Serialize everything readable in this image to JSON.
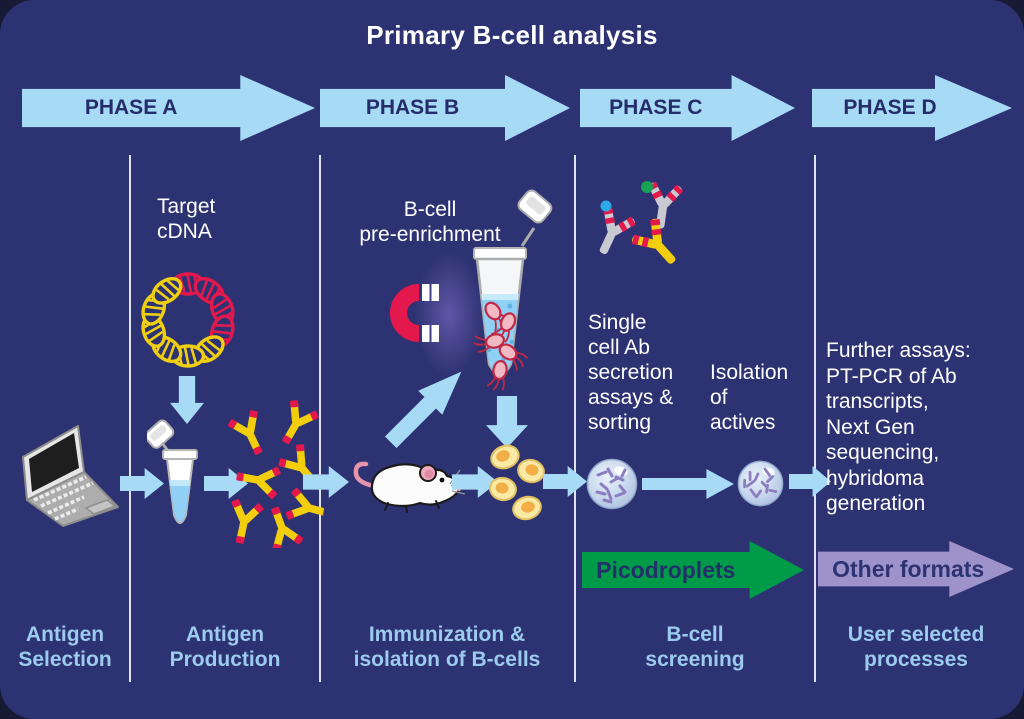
{
  "title": "Primary B-cell analysis",
  "phase_banner": [
    "PHASE A",
    "PHASE B",
    "PHASE C",
    "PHASE D"
  ],
  "annotations": {
    "target_cdna": "Target\ncDNA",
    "bcell_pre_enrichment": "B-cell\npre-enrichment",
    "single_cell_assays": "Single\ncell Ab\nsecretion\nassays &\nsorting",
    "isolation_of_actives": "Isolation\nof\nactives",
    "further_assays": "Further assays:\nPT-PCR of Ab\ntranscripts,\nNext Gen\nsequencing,\nhybridoma\ngeneration"
  },
  "flow_labels": {
    "picodroplets": "Picodroplets",
    "other_formats": "Other formats"
  },
  "column_labels": [
    "Antigen\nSelection",
    "Antigen\nProduction",
    "Immunization &\nisolation of B-cells",
    "B-cell\nscreening",
    "User selected\nprocesses"
  ],
  "icons": {
    "laptop-icon": "laptop computer (in-silico antigen selection)",
    "plasmid-dna-icon": "circular plasmid DNA, yellow and red segments",
    "tube-icon": "open microcentrifuge tube with blue liquid",
    "antibody-cluster-icon": "cluster of yellow antibodies with red tips",
    "magnet-icon": "red horseshoe magnet with white poles",
    "bcell-tube-icon": "tube with magnetically labelled B-cells",
    "mouse-icon": "white laboratory mouse",
    "bcells-icon": "isolated yellow B-cells",
    "assay-complex-icon": "antibody sandwich assay with blue and green markers",
    "picodroplet-icon": "picodroplet sphere containing antibodies"
  },
  "colors": {
    "canvas": "#2D3272",
    "outer_background": "#161A33",
    "flow_arrow_blue": "#A7DAF5",
    "phase_text_navy": "#252C6B",
    "column_label_blue": "#9CCBEE",
    "picodroplets_green": "#009B48",
    "other_formats_purple": "#9D93CA",
    "antibody_yellow": "#F2CE0D",
    "accent_red": "#E3184C",
    "text_white": "#FFFFFF"
  }
}
